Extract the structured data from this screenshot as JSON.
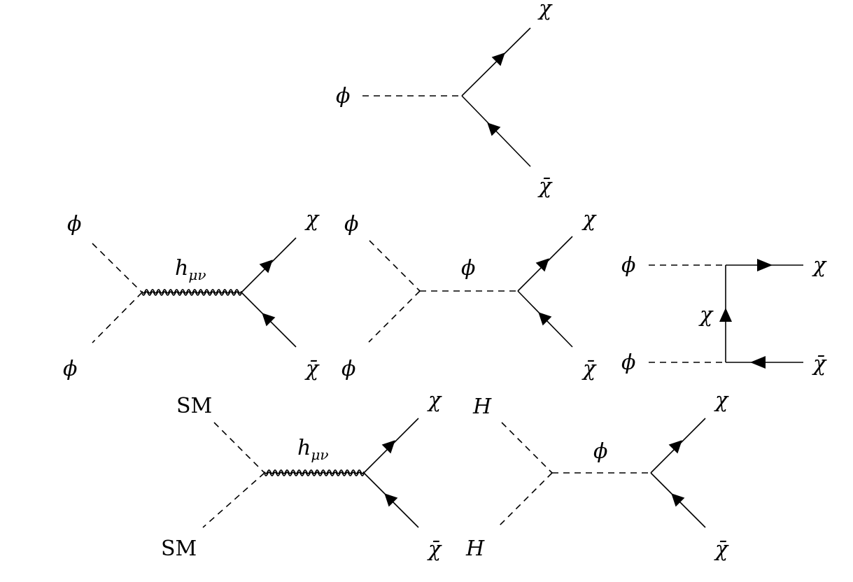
{
  "diagram1": {
    "phi": "ϕ",
    "chi": "χ",
    "chibar": "χ̄"
  },
  "diagram2": {
    "phi_top": "ϕ",
    "phi_bottom": "ϕ",
    "graviton": "h",
    "graviton_sub": "μν",
    "chi": "χ",
    "chibar": "χ̄"
  },
  "diagram3": {
    "phi_top": "ϕ",
    "phi_bottom": "ϕ",
    "mediator": "ϕ",
    "chi": "χ",
    "chibar": "χ̄"
  },
  "diagram4": {
    "phi_top": "ϕ",
    "phi_bottom": "ϕ",
    "propagator": "χ",
    "chi": "χ",
    "chibar": "χ̄"
  },
  "diagram5": {
    "sm_top": "SM",
    "sm_bottom": "SM",
    "graviton": "h",
    "graviton_sub": "μν",
    "chi": "χ",
    "chibar": "χ̄"
  },
  "diagram6": {
    "h_top": "H",
    "h_bottom": "H",
    "mediator": "ϕ",
    "chi": "χ",
    "chibar": "χ̄"
  }
}
